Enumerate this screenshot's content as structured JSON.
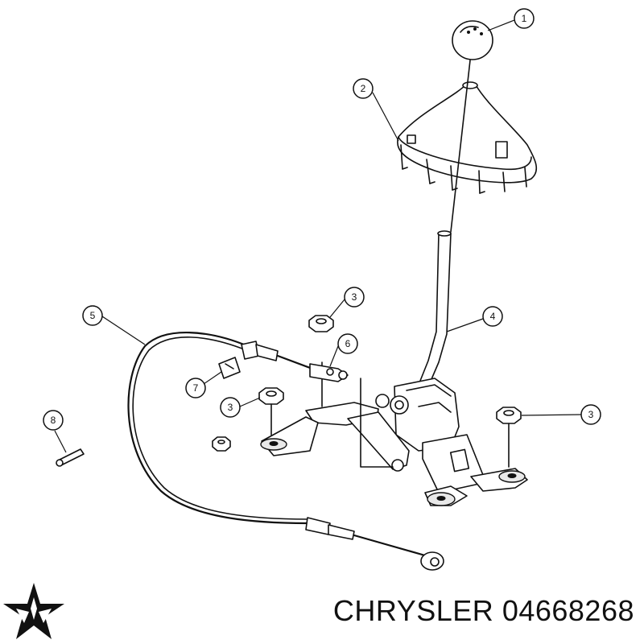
{
  "callouts": [
    {
      "label": "1"
    },
    {
      "label": "2"
    },
    {
      "label": "3"
    },
    {
      "label": "4"
    },
    {
      "label": "5"
    },
    {
      "label": "6"
    },
    {
      "label": "7"
    },
    {
      "label": "3"
    },
    {
      "label": "8"
    },
    {
      "label": "3"
    }
  ],
  "caption": {
    "brand": "CHRYSLER",
    "part_number": "04668268"
  },
  "logo": {
    "icon": "pentastar-icon",
    "color": "#111111"
  }
}
